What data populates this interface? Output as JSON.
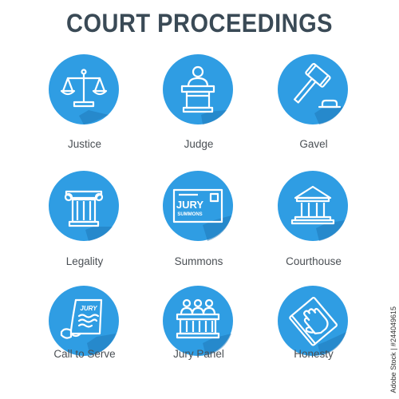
{
  "title": "COURT PROCEEDINGS",
  "colors": {
    "circle": "#2f9de3",
    "shadow": "#1d76b5",
    "title": "#3a4a56",
    "label": "#4a4f54",
    "line": "#ffffff"
  },
  "icons": [
    {
      "label": "Justice",
      "icon": "scales-icon"
    },
    {
      "label": "Judge",
      "icon": "judge-podium-icon"
    },
    {
      "label": "Gavel",
      "icon": "gavel-icon"
    },
    {
      "label": "Legality",
      "icon": "column-icon"
    },
    {
      "label": "Summons",
      "icon": "jury-summons-icon",
      "sub": {
        "big": "JURY",
        "small": "SUMMONS"
      }
    },
    {
      "label": "Courthouse",
      "icon": "courthouse-icon"
    },
    {
      "label": "Call to Serve",
      "icon": "scroll-icon",
      "sub": {
        "word": "JURY"
      }
    },
    {
      "label": "Jury Panel",
      "icon": "jury-box-icon"
    },
    {
      "label": "Honesty",
      "icon": "hand-on-book-icon"
    }
  ],
  "stock_id": "Adobe Stock | #244049615"
}
